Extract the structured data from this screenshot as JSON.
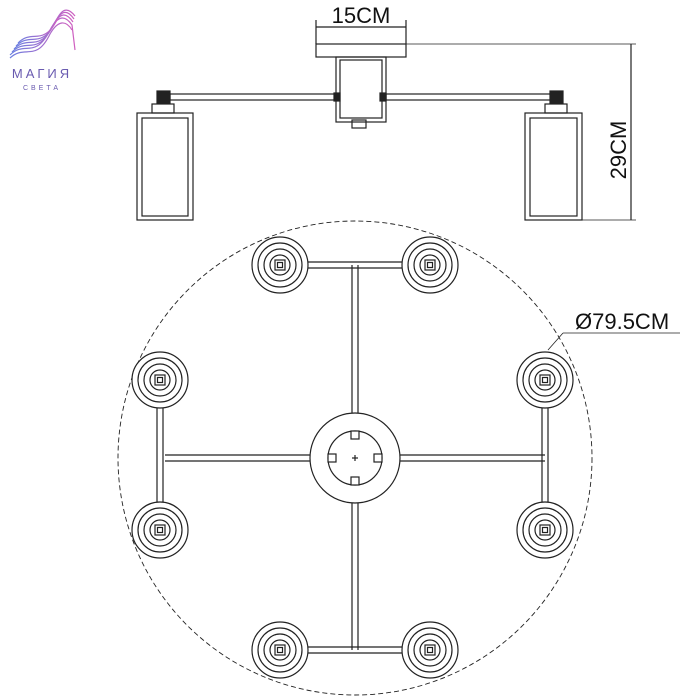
{
  "logo": {
    "line1": "МАГИЯ",
    "line2": "СВЕТА",
    "colors": [
      "#7b6fd0",
      "#c05fc8"
    ]
  },
  "dimensions": {
    "width": "15CM",
    "height": "29CM",
    "diameter": "Ø79.5CM"
  },
  "colors": {
    "stroke": "#222222"
  }
}
